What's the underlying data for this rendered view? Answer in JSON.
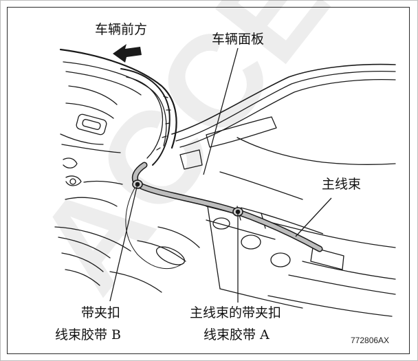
{
  "labels": {
    "vehicle_front": "车辆前方",
    "vehicle_panel": "车辆面板",
    "main_harness": "主线束",
    "band_clip_line1": "带夹扣",
    "band_clip_line2": "线束胶带 B",
    "main_harness_clip_line1": "主线束的带夹扣",
    "main_harness_clip_line2": "线束胶带 A"
  },
  "figure_code": "772806AX",
  "watermark": "ACCESS",
  "colors": {
    "line": "#1a1a1a",
    "harness_fill": "#bdbdbd",
    "watermark": "rgba(0,0,0,0.07)"
  },
  "icons": [
    "arrow-left-icon"
  ]
}
